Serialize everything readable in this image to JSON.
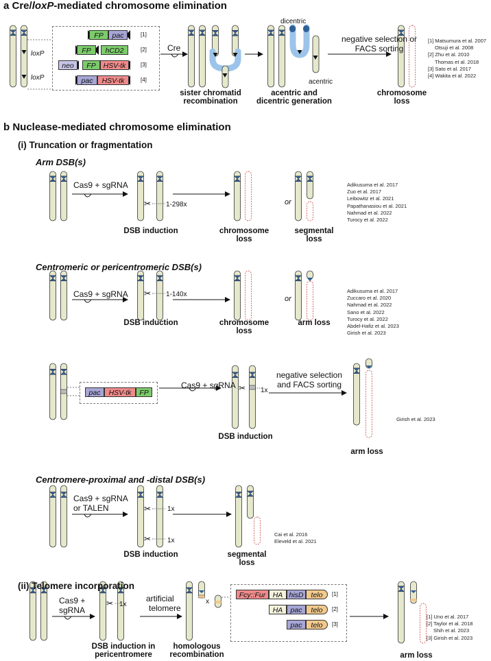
{
  "panel_a": {
    "title_prefix": "a Cre/",
    "title_italic": "loxP",
    "title_suffix": "-mediated chromosome elimination",
    "loxp_label": "loxP",
    "cassettes": [
      {
        "cells": [
          "FP",
          "pac"
        ],
        "ref": "[1]"
      },
      {
        "cells": [
          "FP",
          "hCD2"
        ],
        "ref": "[2]"
      },
      {
        "cells": [
          "neo",
          "FP",
          "HSV-tk"
        ],
        "ref": "[3]"
      },
      {
        "cells": [
          "pac",
          "HSV-tk"
        ],
        "ref": "[4]"
      }
    ],
    "cre_label": "Cre",
    "step1_label": "sister chromatid recombination",
    "dicentric_label": "dicentric",
    "acentric_label": "acentric",
    "step2_label": "acentric and dicentric generation",
    "selection_label": "negative selection or FACS sorting",
    "step3_label": "chromosome loss",
    "references": [
      "[1] Matsumura et al. 2007",
      "Otsuji et al. 2008",
      "[2] Zhu et al. 2010",
      "Thomas et al. 2018",
      "[3] Sato et al. 2017",
      "[4] Wakita et al. 2022"
    ]
  },
  "panel_b": {
    "title": "b Nuclease-mediated chromosome elimination",
    "sub_i": "(i) Truncation or fragmentation",
    "arm": {
      "title": "Arm DSB(s)",
      "reagent": "Cas9 + sgRNA",
      "count": "1-298x",
      "dsb": "DSB induction",
      "chrom_loss": "chromosome loss",
      "or": "or",
      "seg_loss": "segmental loss",
      "refs": [
        "Adikusuma et al. 2017",
        "Zuo et al. 2017",
        "Leibowitz et al. 2021",
        "Papathanasiou et al. 2021",
        "Nahmad et al. 2022",
        "Turocy et al. 2022"
      ]
    },
    "cen": {
      "title": "Centromeric or pericentromeric DSB(s)",
      "reagent": "Cas9 + sgRNA",
      "count": "1-140x",
      "dsb": "DSB induction",
      "chrom_loss": "chromosome loss",
      "or": "or",
      "arm_loss": "arm loss",
      "refs": [
        "Adikusuma et al. 2017",
        "Zuccaro et al. 2020",
        "Nahmad et al. 2022",
        "Sano et al. 2022",
        "Turocy et al. 2022",
        "Abdel-Hafiz et al. 2023",
        "Girish et al. 2023"
      ]
    },
    "cas": {
      "cells": [
        "pac",
        "HSV-tk",
        "FP"
      ],
      "reagent": "Cas9 + sgRNA",
      "count": "1x",
      "dsb": "DSB induction",
      "selection": "negative selection and FACS sorting",
      "arm_loss": "arm loss",
      "ref": "Girish et al. 2023"
    },
    "prox": {
      "title": "Centromere-proximal and -distal DSB(s)",
      "reagent1": "Cas9 + sgRNA",
      "reagent2": "or TALEN",
      "count1": "1x",
      "count2": "1x",
      "dsb": "DSB induction",
      "seg_loss": "segmental loss",
      "refs": [
        "Cai et al. 2016",
        "Eleveld et al. 2021"
      ]
    },
    "sub_ii": "(ii) Telomere incorporation",
    "telo": {
      "reagent1": "Cas9 +",
      "reagent2": "sgRNA",
      "count": "1x",
      "art1": "artificial",
      "art2": "telomere",
      "x_mark": "x",
      "dsb": "DSB induction in pericentromere",
      "homol": "homologous recombination",
      "constructs": [
        {
          "cells": [
            "Fcy::Fur",
            "HA",
            "hisD",
            "telo"
          ],
          "ref": "[1]"
        },
        {
          "cells": [
            "HA",
            "pac",
            "telo"
          ],
          "ref": "[2]"
        },
        {
          "cells": [
            "pac",
            "telo"
          ],
          "ref": "[3]"
        }
      ],
      "arm_loss": "arm loss",
      "refs": [
        "[1] Uno et al. 2017",
        "[2] Taylor et al. 2018",
        "Shih et al. 2023",
        "[3] Girish et al. 2023"
      ]
    }
  },
  "colors": {
    "chromosome": "#e6e8cc",
    "centromere": "#2f5f96",
    "lost": "#f3c8c8",
    "fp_green": "#7ccc6a",
    "pac_purple": "#a7a6d6",
    "hsvtk_red": "#f08a8a",
    "telo_orange": "#f2c98c",
    "neo": "#c6c4e8",
    "ha_beige": "#f4f1dc",
    "fcy_red": "#f08a8a"
  }
}
